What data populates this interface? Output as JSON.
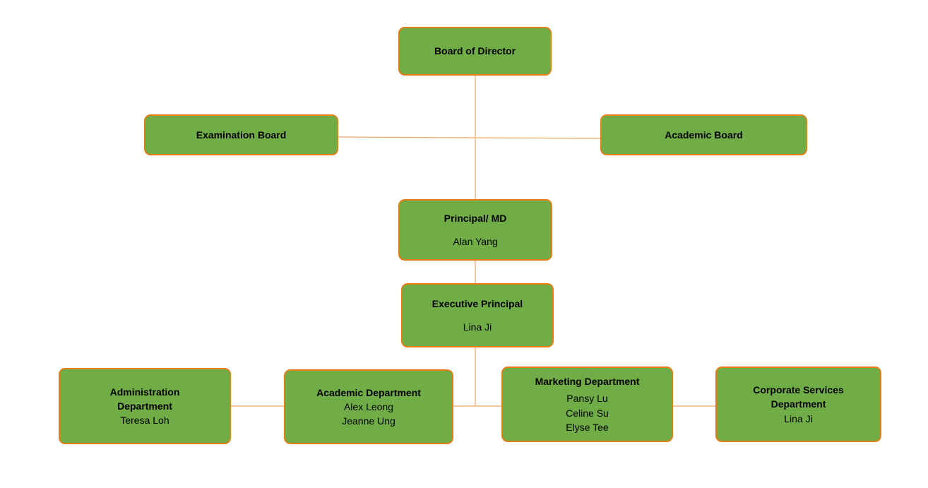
{
  "colors": {
    "box_fill": "#70AD47",
    "box_border": "#E57E14",
    "connector": "#F0A868"
  },
  "nodes": {
    "board_of_director": {
      "title": "Board of Director"
    },
    "examination_board": {
      "title": "Examination Board"
    },
    "academic_board": {
      "title": "Academic Board"
    },
    "principal_md": {
      "title": "Principal/ MD",
      "names": [
        "Alan Yang"
      ]
    },
    "executive_principal": {
      "title": "Executive Principal",
      "names": [
        "Lina Ji"
      ]
    },
    "administration_department": {
      "title": "Administration Department",
      "names": [
        "Teresa Loh"
      ]
    },
    "academic_department": {
      "title": "Academic Department",
      "names": [
        "Alex Leong",
        "Jeanne Ung"
      ]
    },
    "marketing_department": {
      "title": "Marketing Department",
      "names": [
        "Pansy Lu",
        "Celine Su",
        "Elyse Tee"
      ]
    },
    "corporate_services_department": {
      "title": "Corporate Services Department",
      "names": [
        "Lina Ji"
      ]
    }
  }
}
